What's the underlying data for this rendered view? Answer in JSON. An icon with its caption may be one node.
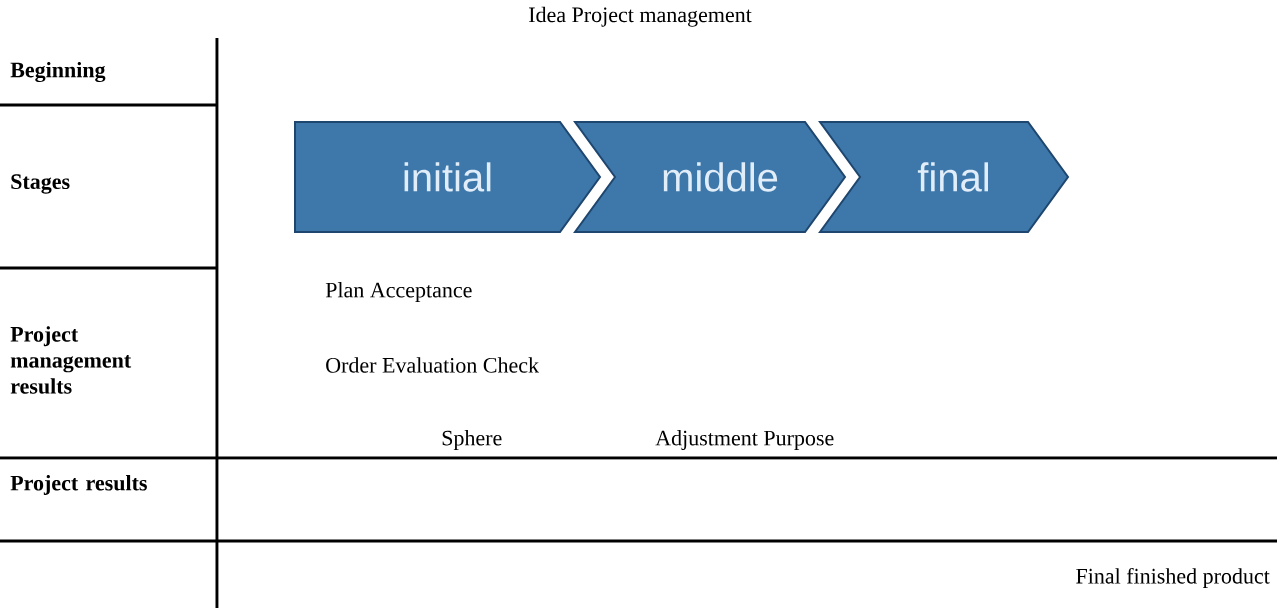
{
  "diagram": {
    "title": "Idea Project management",
    "nodes": [
      {
        "text": [
          "initial"
        ]
      },
      {
        "text": [
          "middle"
        ]
      },
      {
        "text": [
          "final"
        ]
      }
    ],
    "labels": [
      "Beginning",
      "Stages",
      "Plan Acceptance",
      "Project management results",
      "Order Evaluation Check",
      "Sphere",
      "Adjustment Purpose",
      "Project results",
      "Final finished product"
    ]
  }
}
